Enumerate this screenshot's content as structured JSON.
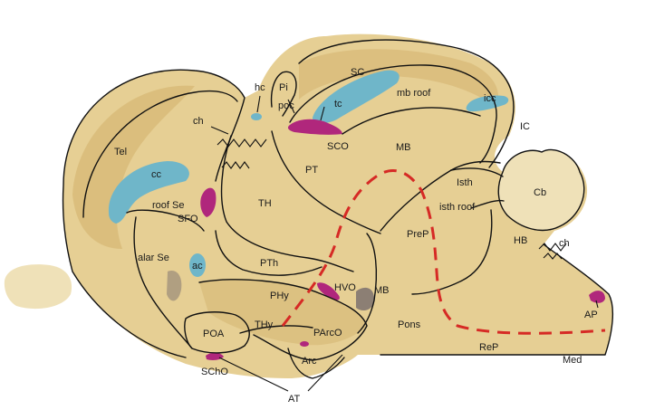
{
  "colors": {
    "tissue": "#e6cf94",
    "tissue_dark": "#d1b06a",
    "tissue_light": "#efe1b8",
    "ventricle": "#6fb6c9",
    "organ": "#b0277c",
    "stain": "#8c7f74",
    "boundary_dash": "#d62a25"
  },
  "labels": {
    "tel": "Tel",
    "cc": "cc",
    "ch_left": "ch",
    "hc": "hc",
    "pi": "Pi",
    "poc": "poc",
    "sc": "SC",
    "tc": "tc",
    "mb_roof": "mb roof",
    "icc": "icc",
    "ic": "IC",
    "roof_se": "roof Se",
    "sfo": "SFO",
    "sco": "SCO",
    "mb_top": "MB",
    "pt": "PT",
    "th": "TH",
    "isth": "Isth",
    "isth_roof": "isth roof",
    "cb": "Cb",
    "alar_se": "alar Se",
    "ac": "ac",
    "pth": "PTh",
    "prep": "PreP",
    "hb": "HB",
    "ch_right": "ch",
    "phy": "PHy",
    "hvo": "HVO",
    "mb_bottom": "MB",
    "ap": "AP",
    "poa": "POA",
    "thy": "THy",
    "parco": "PArcO",
    "pons": "Pons",
    "rep": "ReP",
    "med": "Med",
    "arc": "Arc",
    "scho": "SChO",
    "at": "AT"
  }
}
